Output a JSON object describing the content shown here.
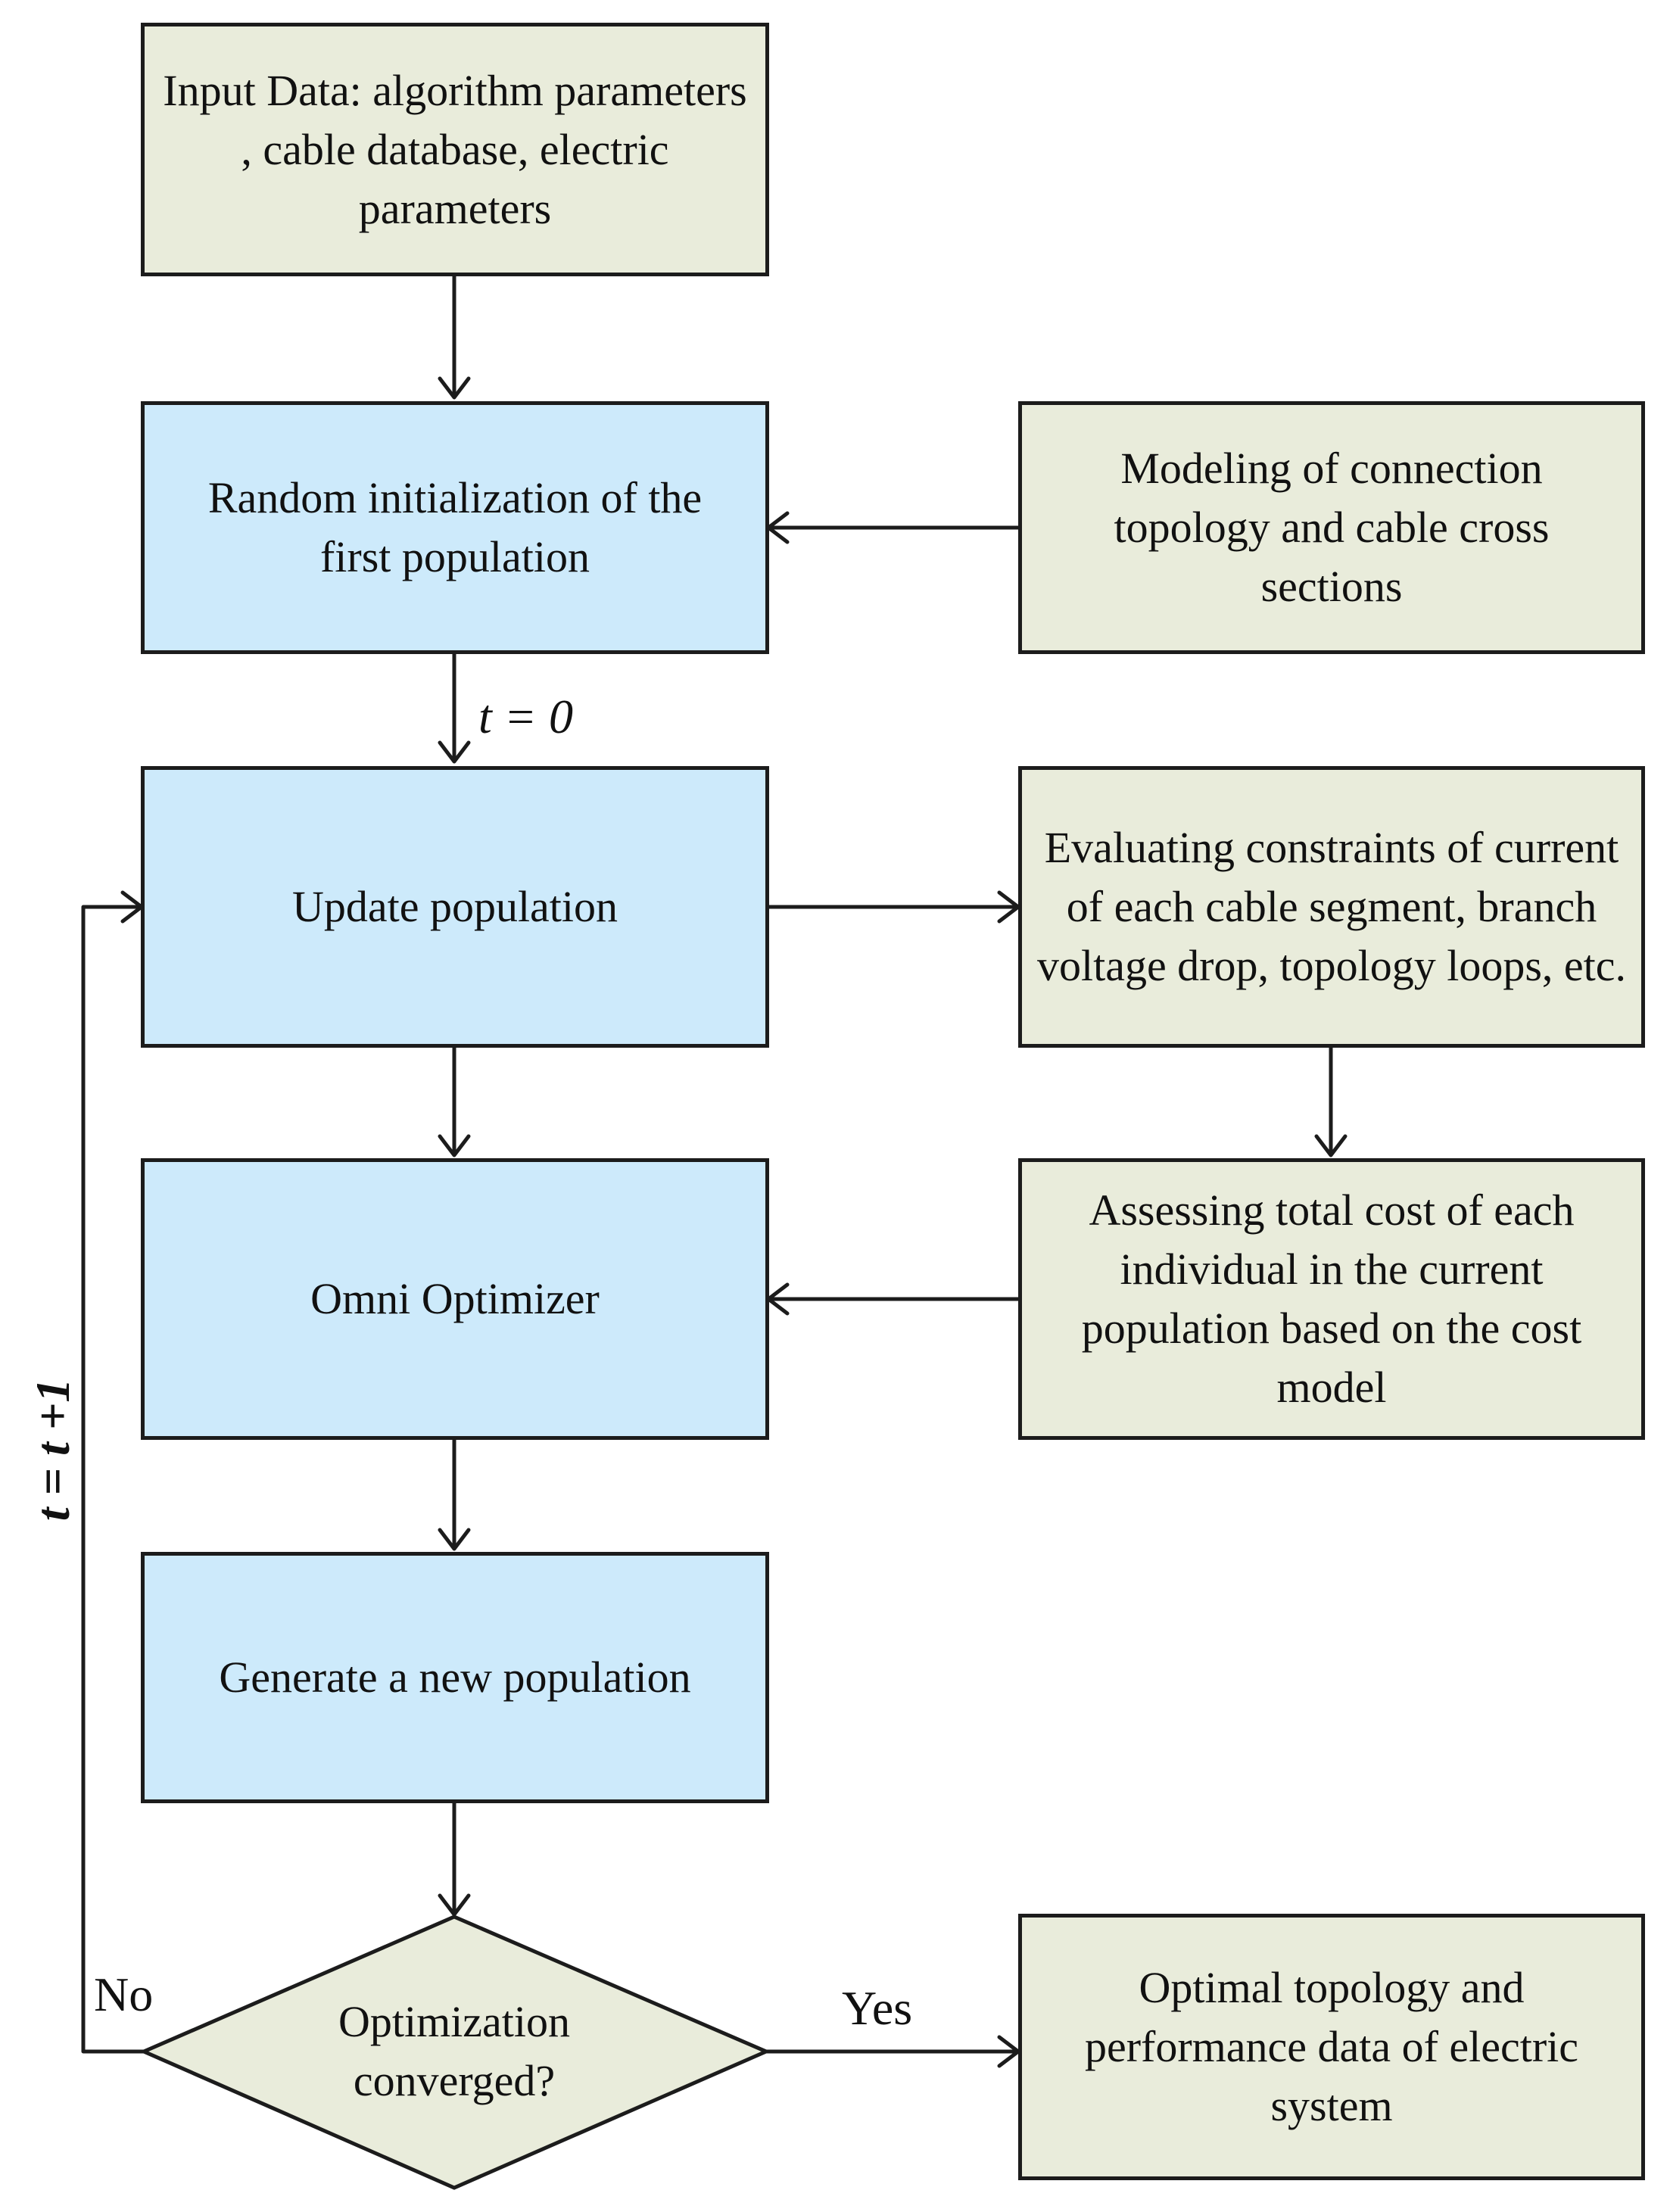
{
  "nodes": {
    "input_data": {
      "text": "Input Data: algorithm parameters , cable database, electric parameters"
    },
    "random_init": {
      "text": "Random initialization of the first population"
    },
    "modeling": {
      "text": "Modeling of connection topology and cable cross sections"
    },
    "update_population": {
      "text": "Update population"
    },
    "evaluating": {
      "text": "Evaluating constraints of current of each cable segment, branch voltage drop, topology loops, etc."
    },
    "omni_optimizer": {
      "text": "Omni Optimizer"
    },
    "assessing": {
      "text": "Assessing total cost of each individual in the current population based on the cost model"
    },
    "generate": {
      "text": "Generate a new population"
    },
    "converged": {
      "text": "Optimization converged?"
    },
    "optimal": {
      "text": "Optimal topology and performance data of electric system"
    }
  },
  "edge_labels": {
    "t_zero": "t = 0",
    "t_increment": "t = t +1",
    "no": "No",
    "yes": "Yes"
  },
  "colors": {
    "process_blue": "#cdeafb",
    "io_green": "#e9ecdb",
    "stroke": "#1c1c1c"
  }
}
